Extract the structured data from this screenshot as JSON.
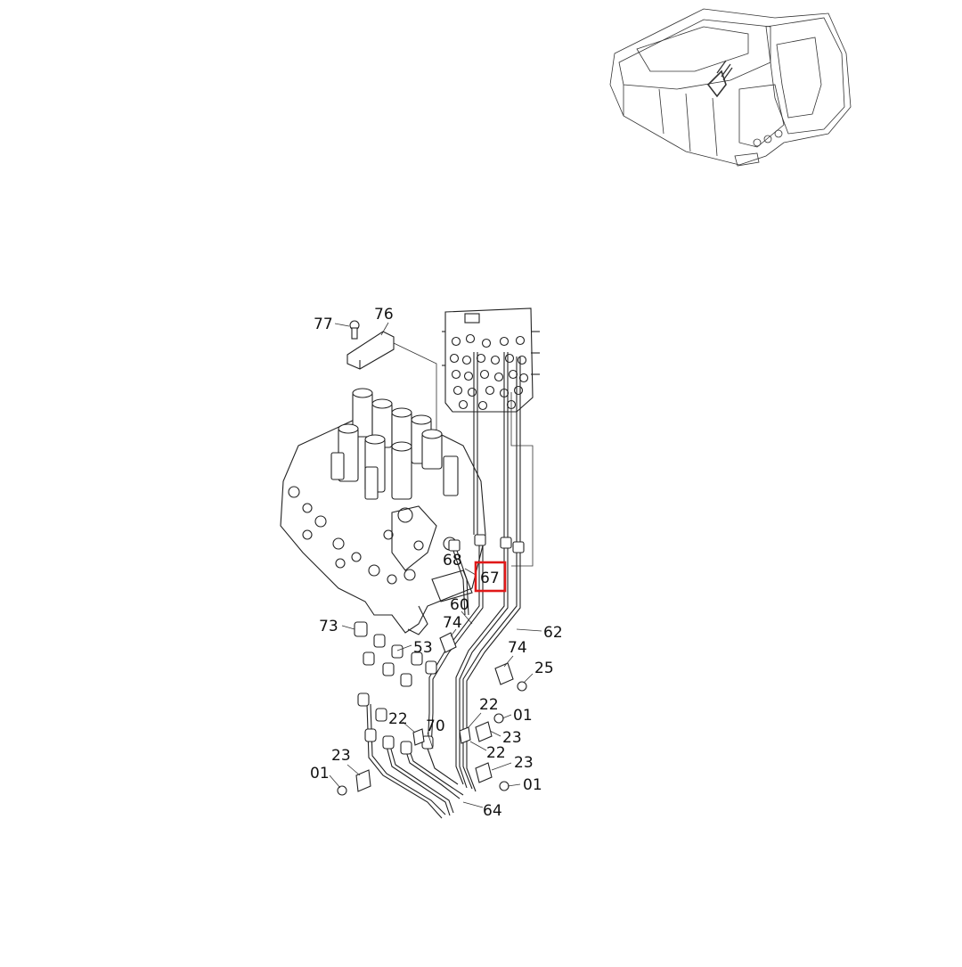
{
  "diagram": {
    "highlight_color": "#e01818",
    "highlighted_part": "67",
    "callouts": [
      {
        "id": "c77",
        "text": "77"
      },
      {
        "id": "c76",
        "text": "76"
      },
      {
        "id": "c68",
        "text": "68"
      },
      {
        "id": "c67",
        "text": "67"
      },
      {
        "id": "c60",
        "text": "60"
      },
      {
        "id": "c74a",
        "text": "74"
      },
      {
        "id": "c62",
        "text": "62"
      },
      {
        "id": "c73",
        "text": "73"
      },
      {
        "id": "c53",
        "text": "53"
      },
      {
        "id": "c74b",
        "text": "74"
      },
      {
        "id": "c25",
        "text": "25"
      },
      {
        "id": "c22a",
        "text": "22"
      },
      {
        "id": "c70",
        "text": "70"
      },
      {
        "id": "c22b",
        "text": "22"
      },
      {
        "id": "c01a",
        "text": "01"
      },
      {
        "id": "c23a",
        "text": "23"
      },
      {
        "id": "c22c",
        "text": "22"
      },
      {
        "id": "c23b",
        "text": "23"
      },
      {
        "id": "c23c",
        "text": "23"
      },
      {
        "id": "c01b",
        "text": "01"
      },
      {
        "id": "c01c",
        "text": "01"
      },
      {
        "id": "c64",
        "text": "64"
      }
    ]
  }
}
